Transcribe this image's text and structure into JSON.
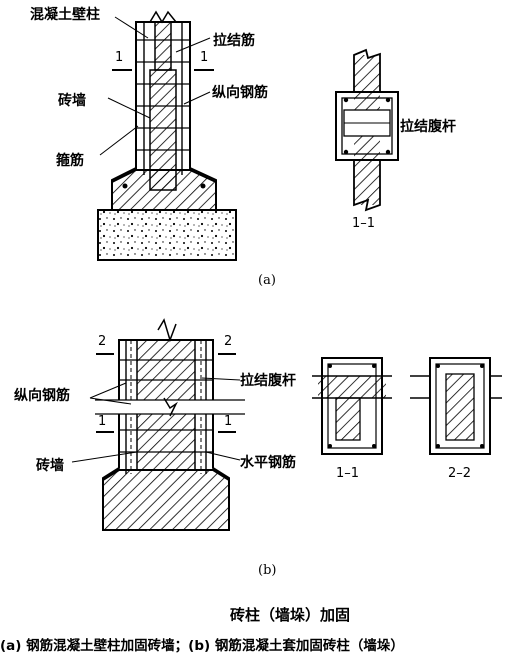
{
  "figure_a": {
    "label_concrete_pilaster": "混凝土壁柱",
    "label_tie_bar": "拉结筋",
    "label_section_mark": "1",
    "label_brick_wall": "砖墙",
    "label_longitudinal_rebar": "纵向钢筋",
    "label_stirrup": "箍筋",
    "label_tie_web_bar": "拉结腹杆",
    "label_section": "1–1",
    "sub_caption": "(a)"
  },
  "figure_b": {
    "label_mark_2": "2",
    "label_mark_1": "1",
    "label_longitudinal_rebar": "纵向钢筋",
    "label_tie_web_bar": "拉结腹杆",
    "label_brick_wall": "砖墙",
    "label_horizontal_rebar": "水平钢筋",
    "label_section_1": "1–1",
    "label_section_2": "2–2",
    "sub_caption": "(b)"
  },
  "caption": {
    "title": "砖柱（墙垛）加固",
    "description": "(a) 钢筋混凝土壁柱加固砖墙；(b) 钢筋混凝土套加固砖柱（墙垛）"
  }
}
